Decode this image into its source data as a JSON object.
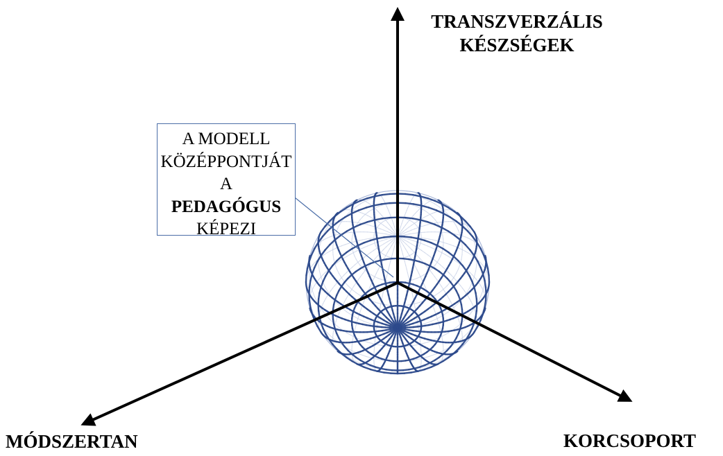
{
  "axes": {
    "vertical_line1": "TRANSZVERZÁLIS",
    "vertical_line2": "KÉSZSÉGEK",
    "right": "KORCSOPORT",
    "left": "MÓDSZERTAN"
  },
  "callout": {
    "line1": "A MODELL",
    "line2": "KÖZÉPPONTJÁT A",
    "line3": "PEDAGÓGUS",
    "line4": "KÉPEZI"
  },
  "colors": {
    "sphere_grid": "#2d4a8c",
    "sphere_grid_light": "#a9b7d9",
    "callout_border": "#4a6da7",
    "axis": "#000000"
  }
}
